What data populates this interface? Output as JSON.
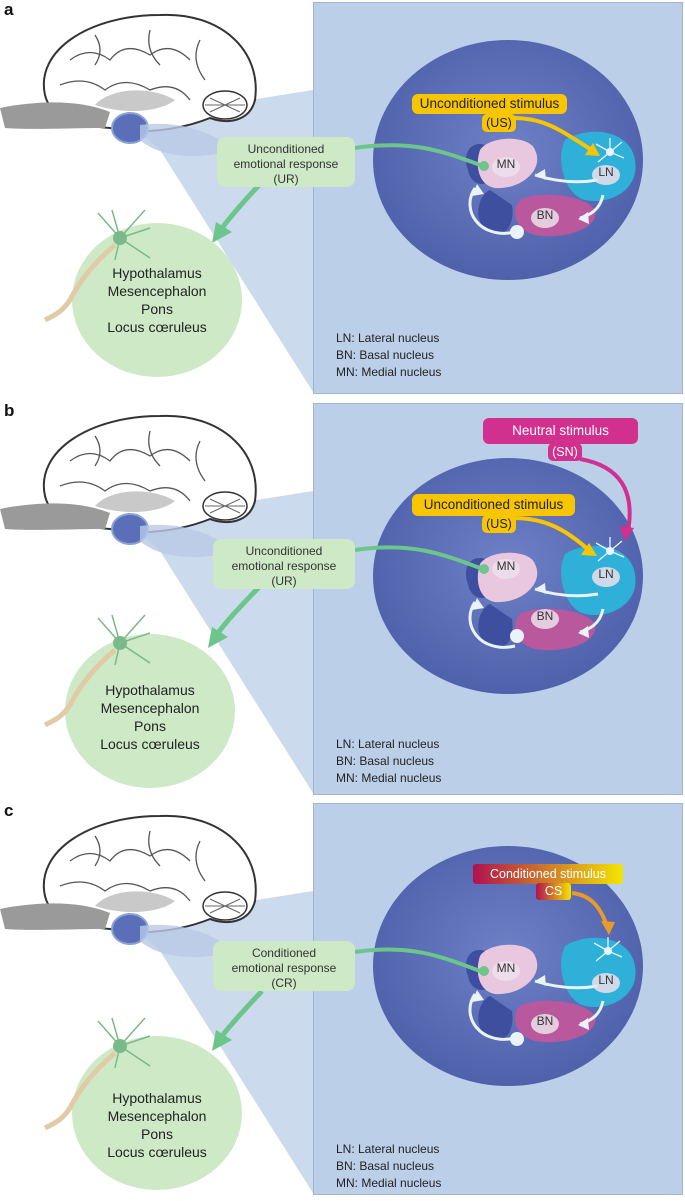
{
  "panels": [
    {
      "letter": "a",
      "response": [
        "Unconditioned",
        "emotional response",
        "(UR)"
      ],
      "stimuli": [
        {
          "label": "Unconditioned stimulus",
          "sub": "(US)",
          "kind": "us"
        }
      ]
    },
    {
      "letter": "b",
      "response": [
        "Unconditioned",
        "emotional response",
        "(UR)"
      ],
      "stimuli": [
        {
          "label": "Neutral stimulus",
          "sub": "(SN)",
          "kind": "sn"
        },
        {
          "label": "Unconditioned stimulus",
          "sub": "(US)",
          "kind": "us"
        }
      ]
    },
    {
      "letter": "c",
      "response": [
        "Conditioned",
        "emotional response",
        "(CR)"
      ],
      "stimuli": [
        {
          "label": "Conditioned stimulus",
          "sub": "CS",
          "kind": "cs"
        }
      ]
    }
  ],
  "nuclei": {
    "mn": "MN",
    "ln": "LN",
    "bn": "BN"
  },
  "targets": [
    "Hypothalamus",
    "Mesencephalon",
    "Pons",
    "Locus cœruleus"
  ],
  "legend": [
    "LN: Lateral nucleus",
    "BN: Basal nucleus",
    "MN: Medial nucleus"
  ],
  "colors": {
    "background_box": "#bccfe8",
    "amygdala": "#5b6fb8",
    "response_green": "#6cc58a",
    "target_green": "#cde9c6",
    "us_yellow": "#f7c600",
    "sn_magenta": "#d2308f",
    "cs_gradient": [
      "#b0124f",
      "#f2e500"
    ],
    "ln_cyan": "#2fb0d8",
    "bn_pink": "#b9589c"
  }
}
